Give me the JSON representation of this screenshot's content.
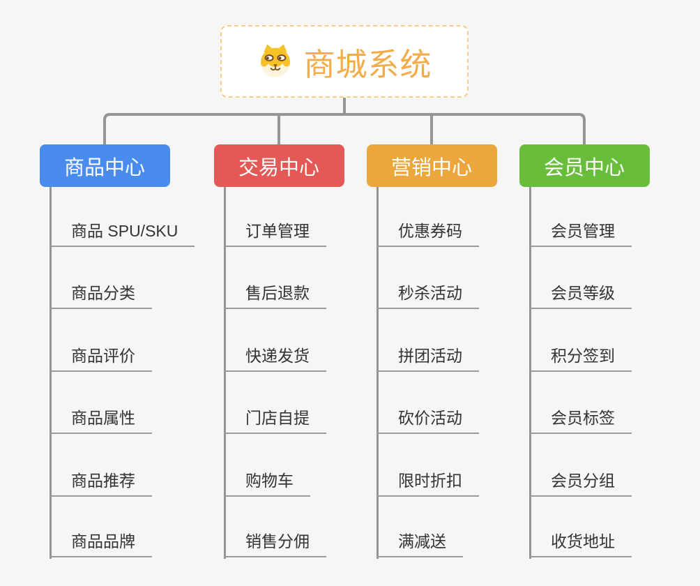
{
  "root_node": {
    "title": "商城系统",
    "icon": "dog-face"
  },
  "branches": [
    {
      "id": "product-center",
      "label": "商品中心",
      "color": "#4a8cee",
      "children": [
        "商品 SPU/SKU",
        "商品分类",
        "商品评价",
        "商品属性",
        "商品推荐",
        "商品品牌"
      ]
    },
    {
      "id": "trade-center",
      "label": "交易中心",
      "color": "#e35955",
      "children": [
        "订单管理",
        "售后退款",
        "快递发货",
        "门店自提",
        "购物车",
        "销售分佣"
      ]
    },
    {
      "id": "marketing-center",
      "label": "营销中心",
      "color": "#eca73c",
      "children": [
        "优惠券码",
        "秒杀活动",
        "拼团活动",
        "砍价活动",
        "限时折扣",
        "满减送"
      ]
    },
    {
      "id": "member-center",
      "label": "会员中心",
      "color": "#68bd3b",
      "children": [
        "会员管理",
        "会员等级",
        "积分签到",
        "会员标签",
        "会员分组",
        "收货地址"
      ]
    }
  ],
  "theme": {
    "background": "#f6f6f7",
    "connector_color": "#959595",
    "root_accent": "#f2ad4a",
    "root_border": "#f6cc86",
    "leaf_text": "#333333",
    "leaf_underline": "#9b9b9b"
  }
}
